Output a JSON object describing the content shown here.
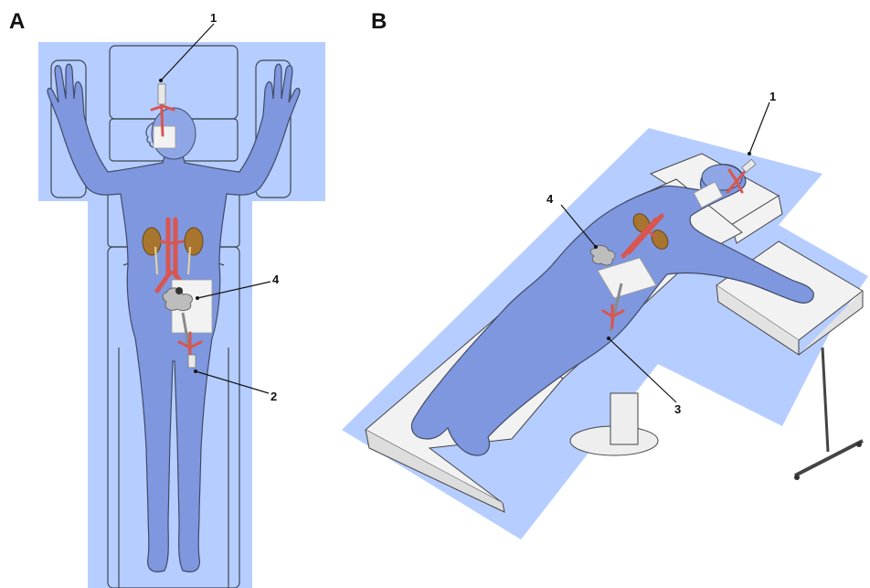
{
  "panels": {
    "a": {
      "letter": "A"
    },
    "b": {
      "letter": "B"
    }
  },
  "callouts": {
    "a": [
      "1",
      "4",
      "2"
    ],
    "b": [
      "1",
      "4",
      "3"
    ]
  },
  "colors": {
    "drape": "#a9c4ff",
    "body": "#7f97df",
    "vessel": "#d85650",
    "kidney": "#a8752e",
    "skin_patch": "#f2f2f2"
  }
}
